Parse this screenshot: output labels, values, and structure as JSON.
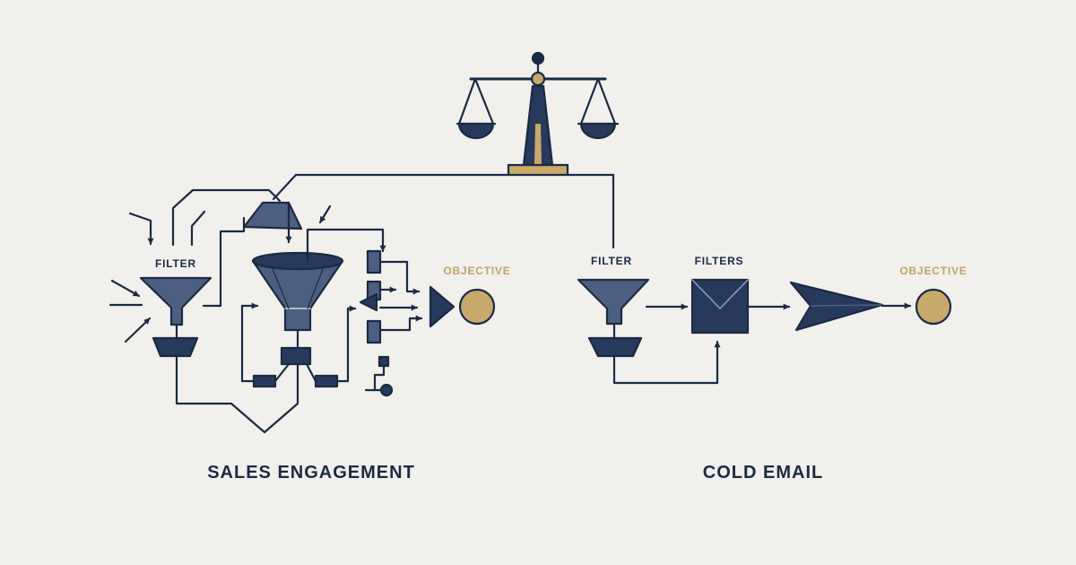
{
  "colors": {
    "background": "#f1f0ec",
    "line": "#1b2a44",
    "fill": "#4d5f80",
    "fill_dark": "#273a5c",
    "gold": "#c8a96c",
    "label": "#1b2a44",
    "objective_label": "#c0a36a"
  },
  "icons": [
    "balance-scale-icon",
    "funnel-icon",
    "mixing-funnel-icon",
    "splitter-icon",
    "envelope-icon",
    "arrowhead-icon",
    "objective-circle-icon"
  ],
  "sales_engagement": {
    "filter_label": "FILTER",
    "objective_label": "OBJECTIVE",
    "title": "SALES ENGAGEMENT"
  },
  "cold_email": {
    "filter_label": "FILTER",
    "filters_label": "FILTERS",
    "objective_label": "OBJECTIVE",
    "title": "COLD EMAIL"
  }
}
